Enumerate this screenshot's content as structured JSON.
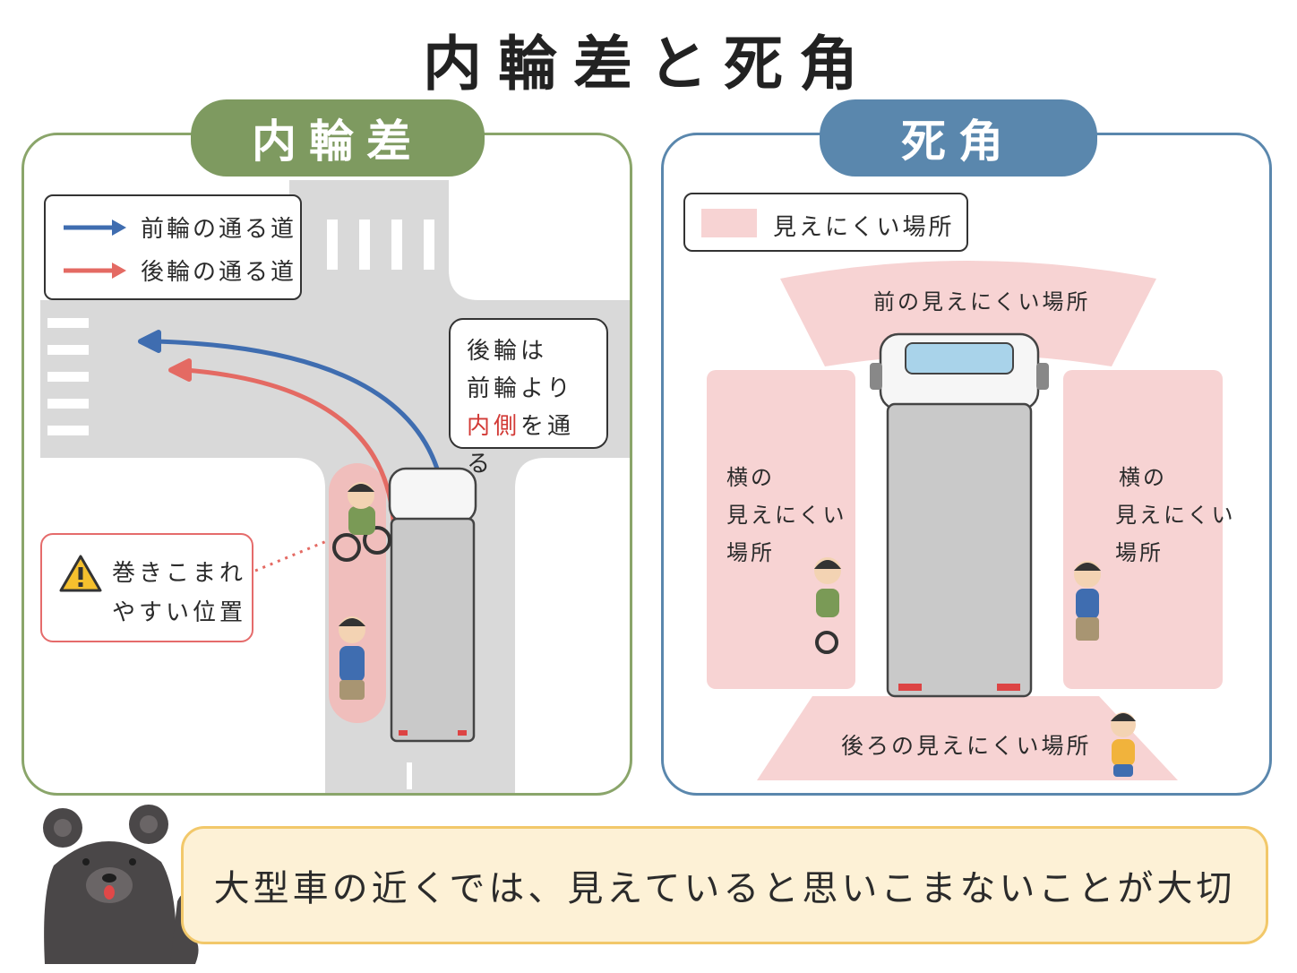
{
  "title": "内輪差と死角",
  "left_panel": {
    "tab_label": "内輪差",
    "legend": {
      "front_wheel_label": "前輪の通る道",
      "rear_wheel_label": "後輪の通る道",
      "front_color": "#3f6db0",
      "rear_color": "#e46a63"
    },
    "bubble": {
      "line1": "後輪は",
      "line2": "前輪より",
      "highlight": "内側",
      "line3_rest": "を通る",
      "highlight_color": "#d23a36"
    },
    "warning": {
      "line1": "巻きこまれ",
      "line2": "やすい位置",
      "icon": "warning-triangle-icon"
    }
  },
  "right_panel": {
    "tab_label": "死角",
    "legend_label": "見えにくい場所",
    "zones": {
      "front": "前の見えにくい場所",
      "left_line1": "横の",
      "left_line2": "見えにくい",
      "left_line3": "場所",
      "right_line1": "横の",
      "right_line2": "見えにくい",
      "right_line3": "場所",
      "rear": "後ろの見えにくい場所"
    },
    "zone_color": "#f7d3d3"
  },
  "bottom_message": "大型車の近くでは、見えていると思いこまないことが大切"
}
